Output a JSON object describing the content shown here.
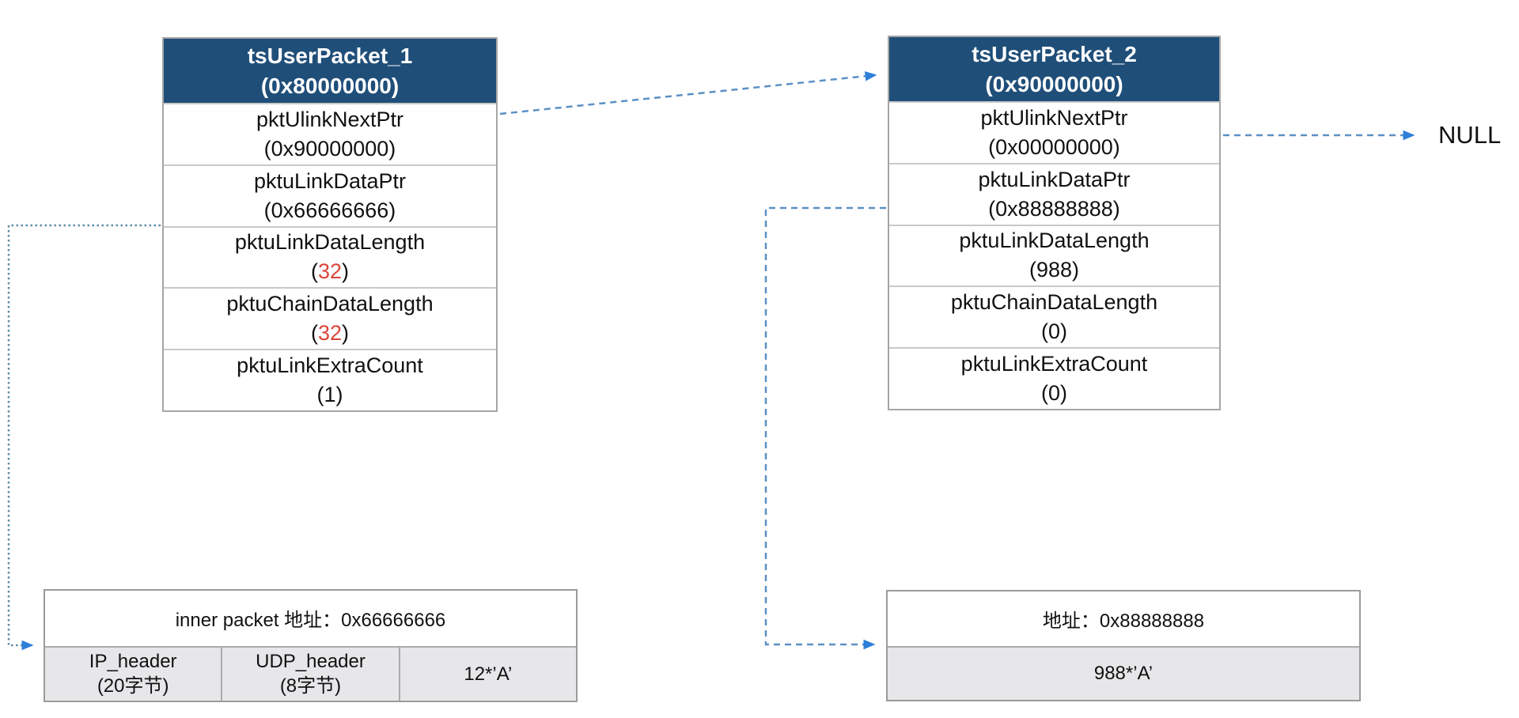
{
  "packets": [
    {
      "title": "tsUserPacket_1",
      "address": "(0x80000000)",
      "rows": [
        {
          "name": "pktUlinkNextPtr",
          "value": "(0x90000000)"
        },
        {
          "name": "pktuLinkDataPtr",
          "value": "(0x66666666)"
        },
        {
          "name": "pktuLinkDataLength",
          "value": "(32)",
          "red": "32"
        },
        {
          "name": "pktuChainDataLength",
          "value": "(32)",
          "red": "32"
        },
        {
          "name": "pktuLinkExtraCount",
          "value": "(1)"
        }
      ]
    },
    {
      "title": "tsUserPacket_2",
      "address": "(0x90000000)",
      "rows": [
        {
          "name": "pktUlinkNextPtr",
          "value": "(0x00000000)"
        },
        {
          "name": "pktuLinkDataPtr",
          "value": "(0x88888888)"
        },
        {
          "name": "pktuLinkDataLength",
          "value": "(988)"
        },
        {
          "name": "pktuChainDataLength",
          "value": "(0)"
        },
        {
          "name": "pktuLinkExtraCount",
          "value": "(0)"
        }
      ]
    }
  ],
  "null_label": "NULL",
  "buffers": [
    {
      "title": "inner packet 地址：0x66666666",
      "cells": [
        {
          "line1": "IP_header",
          "line2": "(20字节)"
        },
        {
          "line1": "UDP_header",
          "line2": "(8字节)"
        },
        {
          "line1": "12*’A’",
          "line2": ""
        }
      ]
    },
    {
      "title": "地址：0x88888888",
      "cells": [
        {
          "line1": "988*’A’",
          "line2": ""
        }
      ]
    }
  ],
  "colors": {
    "header_bg": "#1F4E79",
    "header_text": "#FFFFFF",
    "highlight_red": "#D9453A",
    "arrow_blue": "#5B90C4",
    "arrowhead_blue": "#2E7FD9",
    "dotted_teal": "#5D8CA8",
    "buffer_gray": "#E7E7EA"
  }
}
